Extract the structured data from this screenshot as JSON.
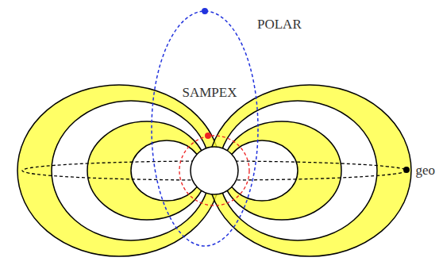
{
  "diagram": {
    "labels": [
      "POLAR",
      "SAMPEX",
      "geo"
    ]
  }
}
